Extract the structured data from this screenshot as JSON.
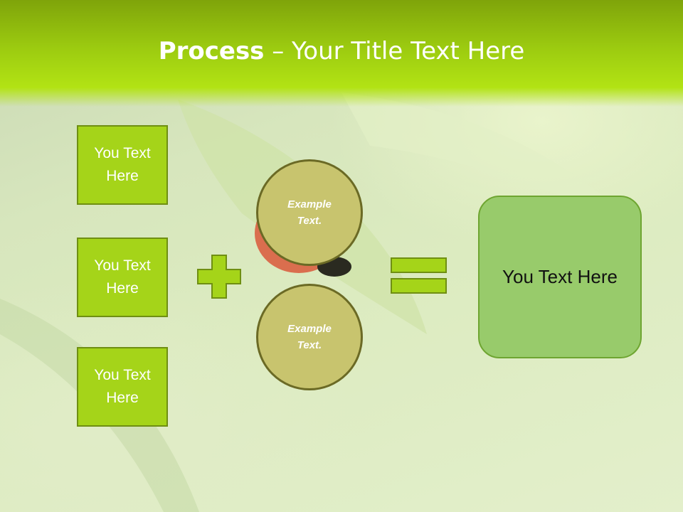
{
  "title": {
    "bold": "Process",
    "rest": " – Your Title Text Here"
  },
  "inputs": [
    "You Text Here",
    "You Text Here",
    "You Text Here"
  ],
  "circles": [
    "Example Text.",
    "Example Text."
  ],
  "result": "You Text Here",
  "colors": {
    "title_bar": "#9ccb10",
    "input_fill": "#a5d419",
    "circle_fill": "#c8c46e",
    "result_fill": "#98cb6b",
    "operator_fill": "#a5d419"
  },
  "operators": [
    "plus",
    "equals"
  ]
}
